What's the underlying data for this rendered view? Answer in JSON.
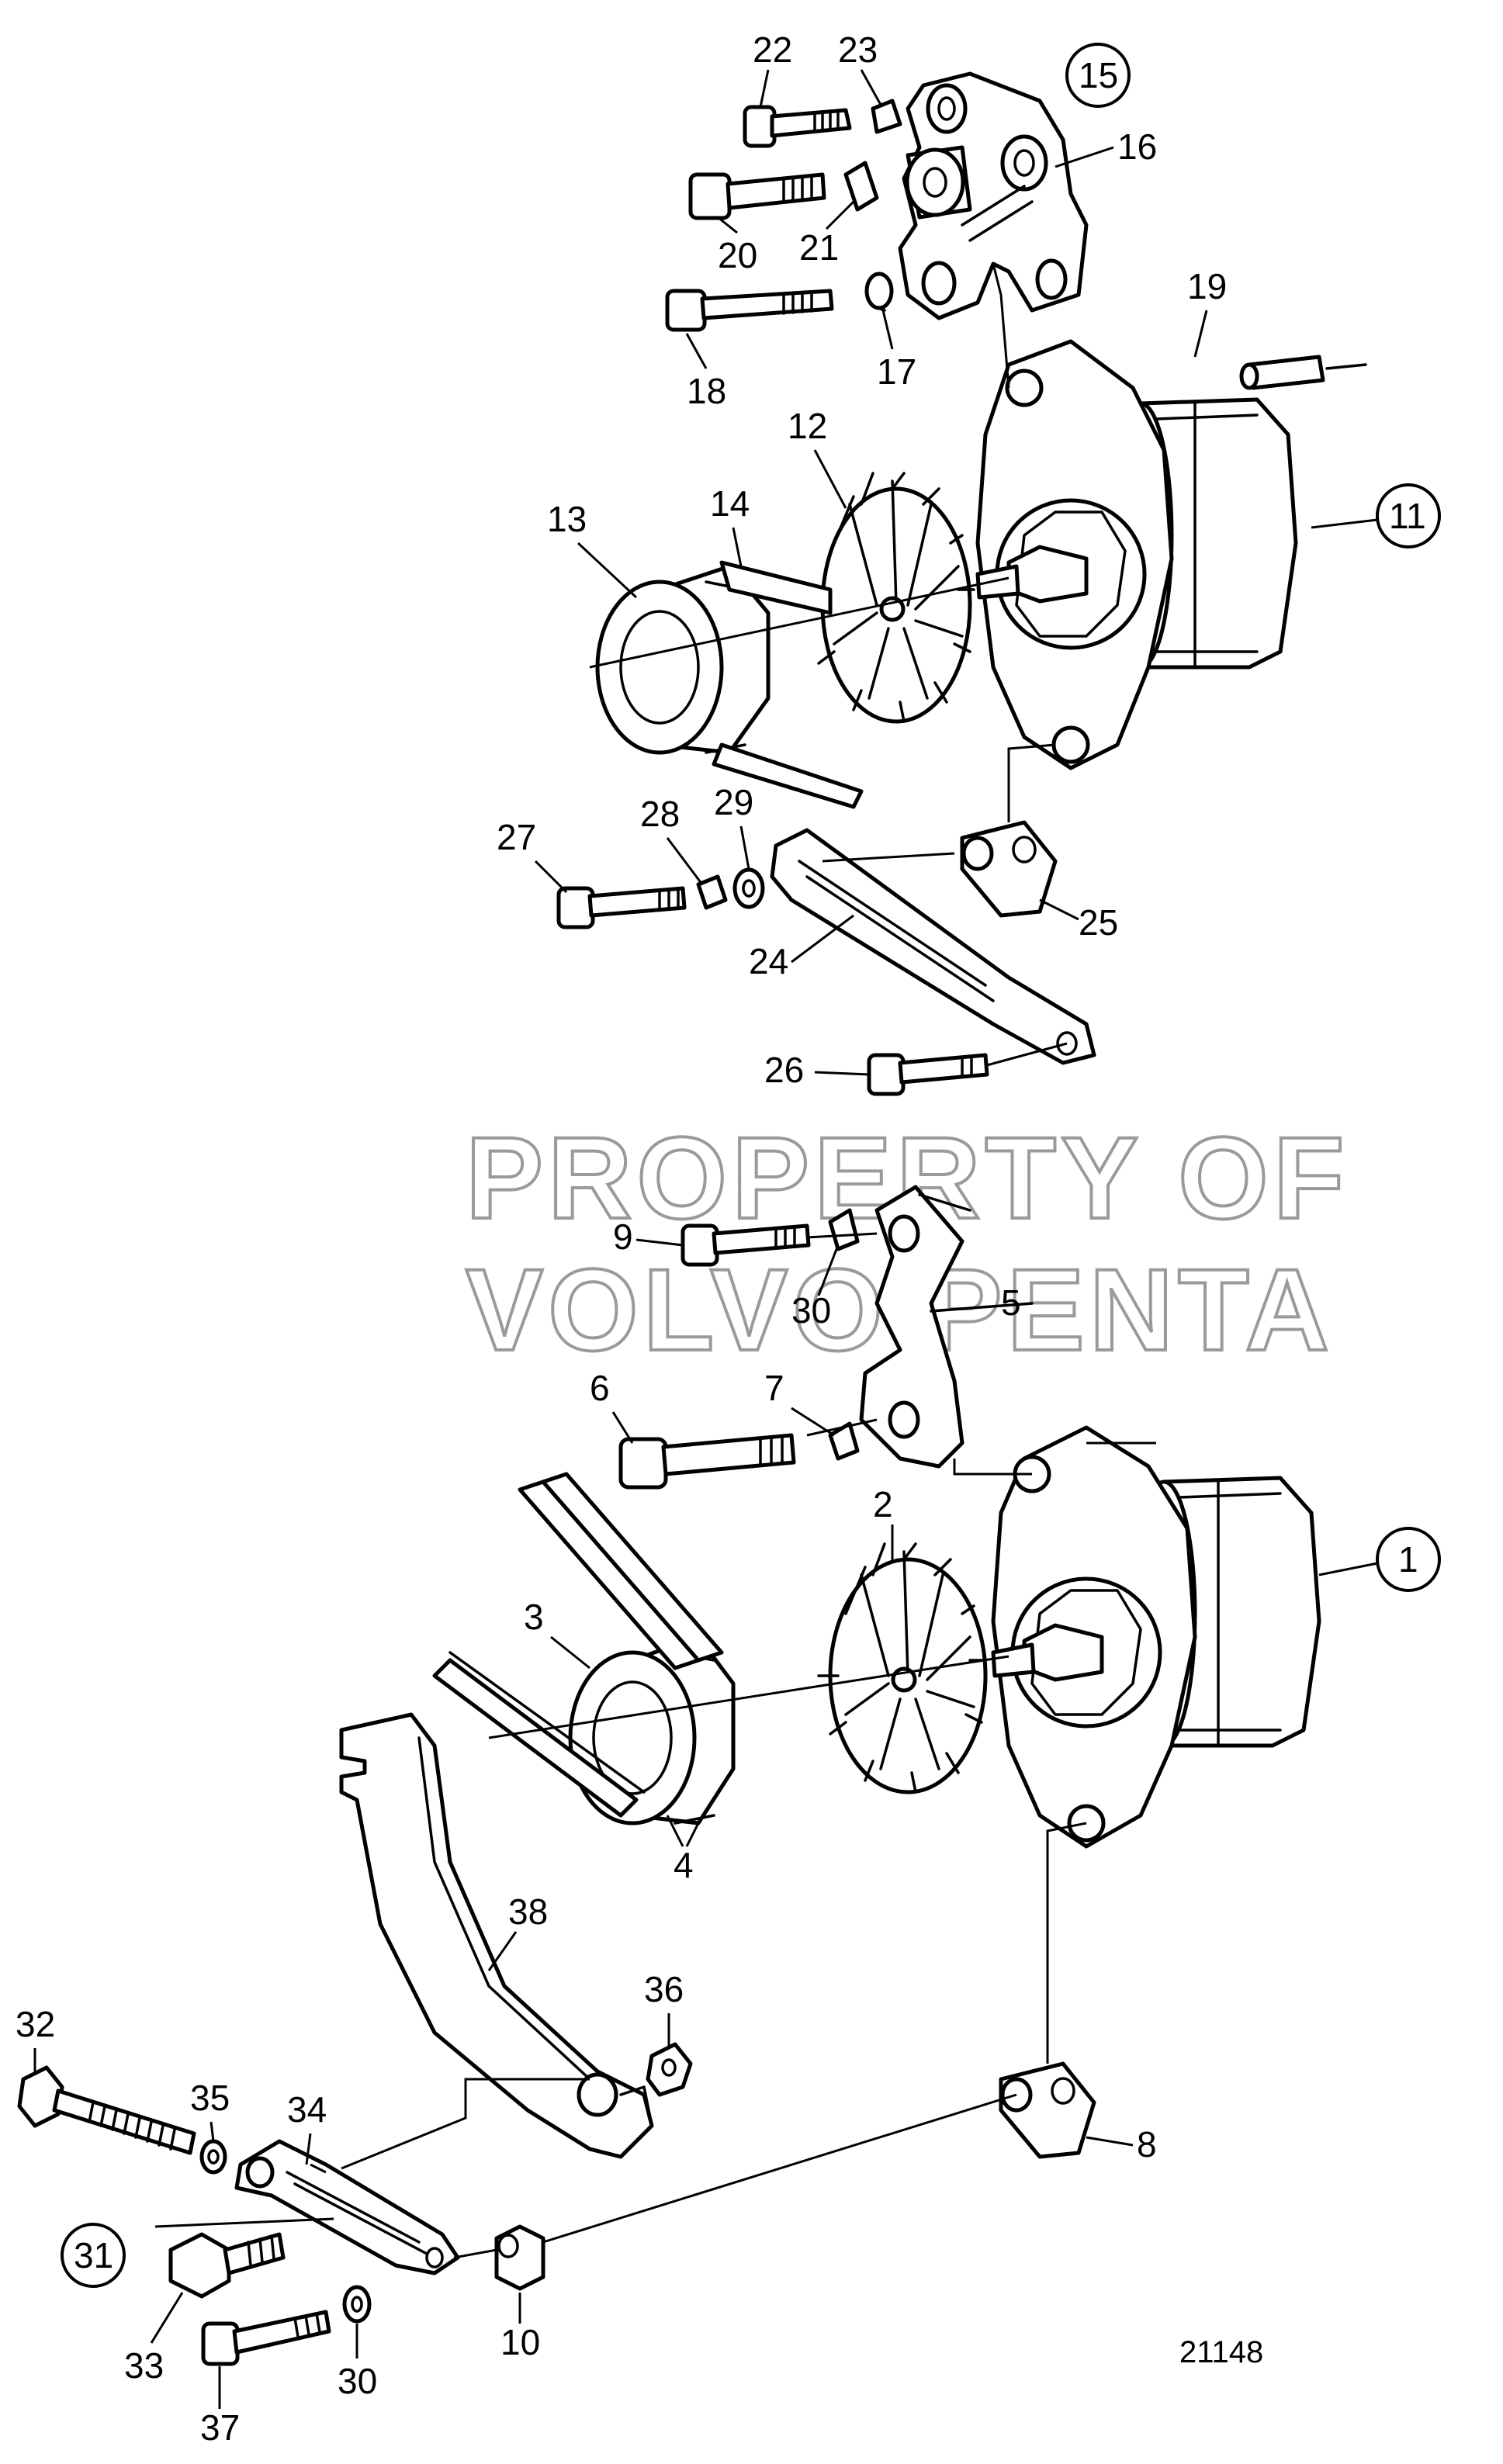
{
  "figure_number": "21148",
  "watermark": {
    "line1": "PROPERTY OF",
    "line2": "VOLVO PENTA"
  },
  "callouts": {
    "c1": "1",
    "c2": "2",
    "c3": "3",
    "c4": "4",
    "c5": "5",
    "c6": "6",
    "c7": "7",
    "c8": "8",
    "c9": "9",
    "c10": "10",
    "c11": "11",
    "c12": "12",
    "c13": "13",
    "c14": "14",
    "c15": "15",
    "c16": "16",
    "c17": "17",
    "c18": "18",
    "c19": "19",
    "c20": "20",
    "c21": "21",
    "c22": "22",
    "c23": "23",
    "c24": "24",
    "c25": "25",
    "c26": "26",
    "c27": "27",
    "c28": "28",
    "c29": "29",
    "c30a": "30",
    "c30b": "30",
    "c31": "31",
    "c32": "32",
    "c33": "33",
    "c34": "34",
    "c35": "35",
    "c36": "36",
    "c37": "37",
    "c38": "38"
  }
}
